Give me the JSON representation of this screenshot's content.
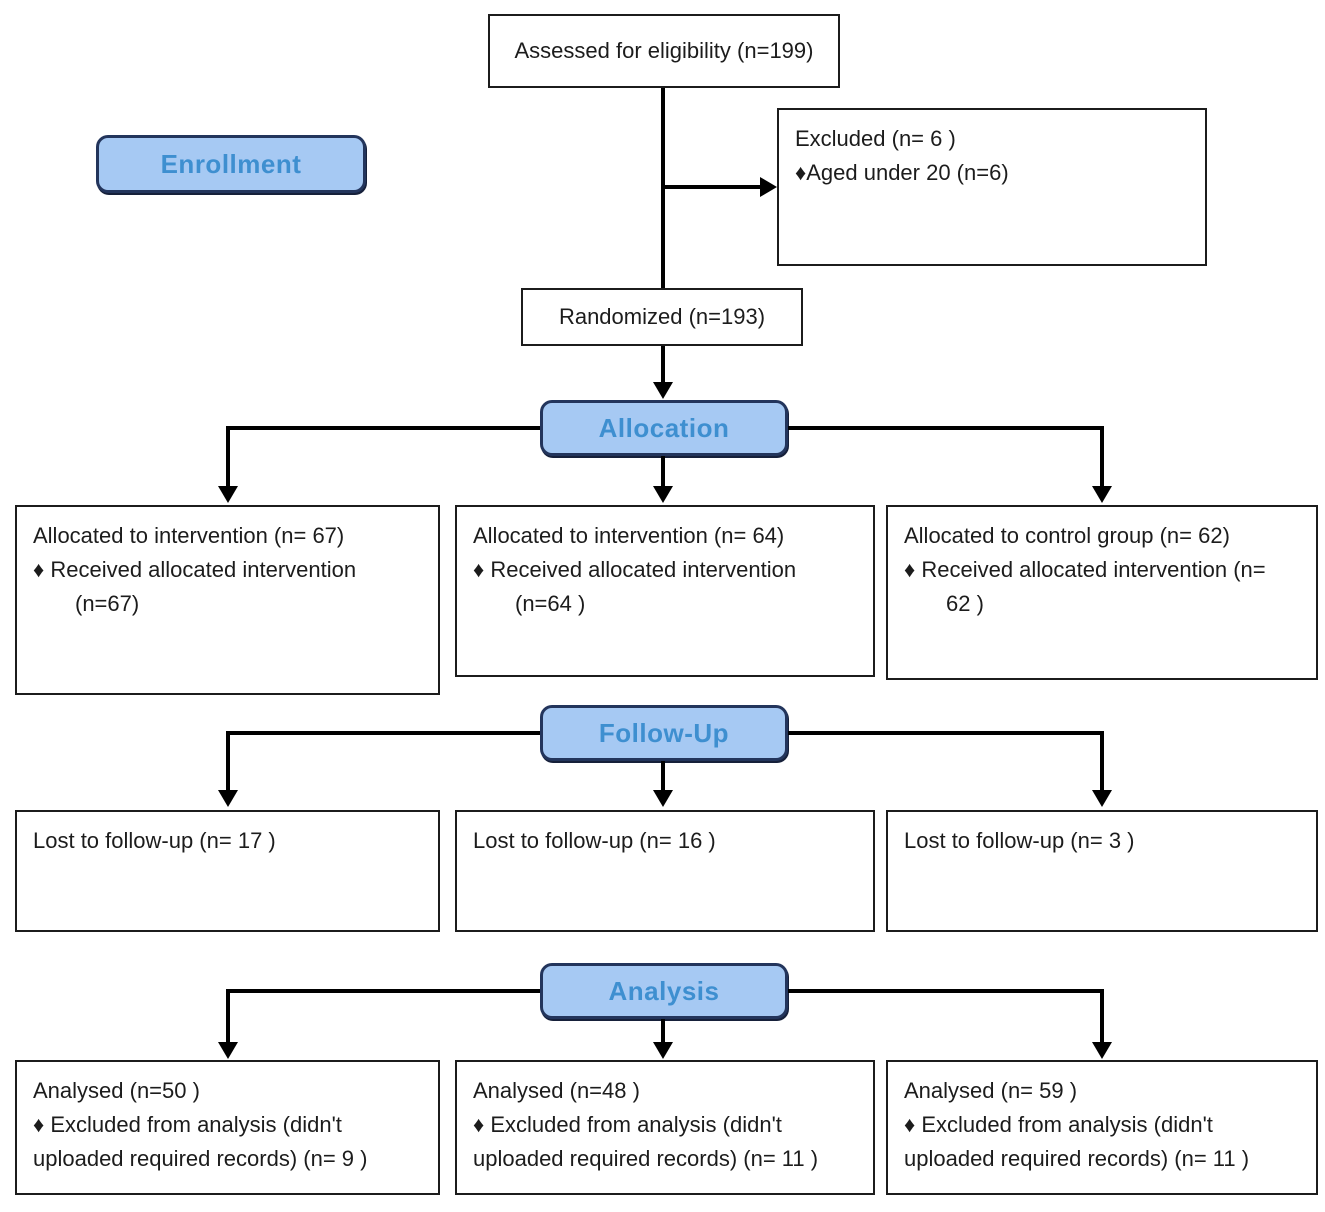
{
  "colors": {
    "banner_fill": "#a6c9f3",
    "banner_border": "#23355c",
    "banner_text": "#3e8fd0",
    "box_border": "#1c1c1c",
    "connector": "#000000"
  },
  "stages": {
    "enrollment": "Enrollment",
    "allocation": "Allocation",
    "followup": "Follow-Up",
    "analysis": "Analysis"
  },
  "boxes": {
    "assessed": {
      "text": "Assessed for eligibility (n=199)"
    },
    "excluded": {
      "line1": "Excluded (n= 6 )",
      "line2": "♦Aged under 20 (n=6)"
    },
    "randomized": {
      "text": "Randomized (n=193)"
    },
    "allocation_row": [
      {
        "line1": "Allocated to intervention (n= 67)",
        "line2": "♦ Received allocated intervention",
        "line3": "(n=67)"
      },
      {
        "line1": "Allocated to intervention (n= 64)",
        "line2": "♦ Received allocated intervention",
        "line3": "(n=64  )"
      },
      {
        "line1": "Allocated to control group (n= 62)",
        "line2": "♦ Received allocated intervention (n=",
        "line3": "62 )"
      }
    ],
    "followup_row": [
      {
        "line1": "Lost to follow-up  (n= 17 )"
      },
      {
        "line1": "Lost to follow-up  (n= 16 )"
      },
      {
        "line1": "Lost to follow-up  (n= 3 )"
      }
    ],
    "analysis_row": [
      {
        "line1": "Analysed  (n=50  )",
        "line2": "♦ Excluded from analysis (didn't",
        "line3": "uploaded required records) (n= 9 )"
      },
      {
        "line1": "Analysed  (n=48  )",
        "line2": "♦ Excluded from analysis  (didn't",
        "line3": "uploaded required records) (n= 11 )"
      },
      {
        "line1": "Analysed  (n= 59 )",
        "line2": "♦ Excluded from analysis (didn't",
        "line3": "uploaded required records) (n= 11 )"
      }
    ]
  }
}
